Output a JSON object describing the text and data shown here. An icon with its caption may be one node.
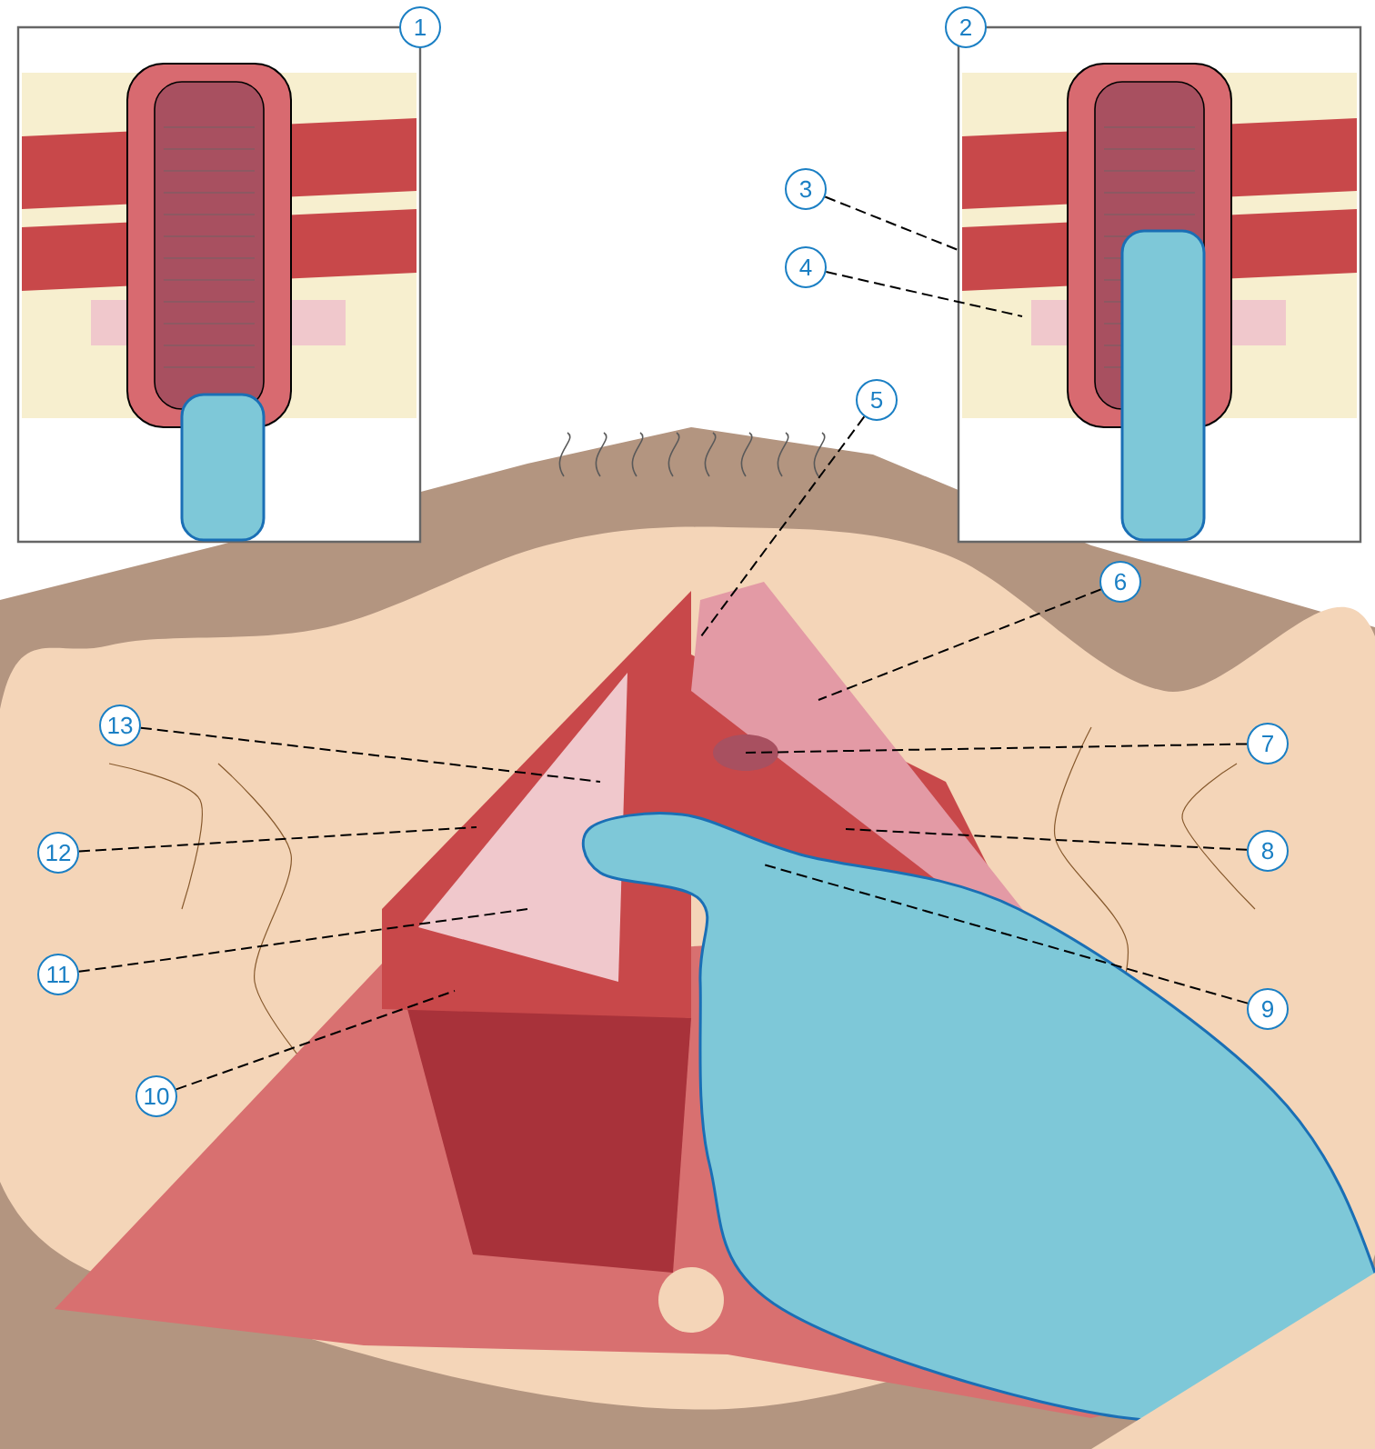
{
  "diagram": {
    "nodes": [
      {
        "text": [
          "1"
        ]
      },
      {
        "text": [
          "2"
        ]
      },
      {
        "text": [
          "3"
        ]
      },
      {
        "text": [
          "4"
        ]
      },
      {
        "text": [
          "5"
        ]
      },
      {
        "text": [
          "6"
        ]
      },
      {
        "text": [
          "7"
        ]
      },
      {
        "text": [
          "8"
        ]
      },
      {
        "text": [
          "9"
        ]
      },
      {
        "text": [
          "10"
        ]
      },
      {
        "text": [
          "11"
        ]
      },
      {
        "text": [
          "12"
        ]
      },
      {
        "text": [
          "13"
        ]
      }
    ],
    "edges": [
      {
        "from": 2,
        "to": null,
        "arrow": "none",
        "style": "dashed"
      },
      {
        "from": 3,
        "to": null,
        "arrow": "none",
        "style": "dashed"
      },
      {
        "from": 4,
        "to": null,
        "arrow": "none",
        "style": "dashed"
      },
      {
        "from": 5,
        "to": null,
        "arrow": "none",
        "style": "dashed"
      },
      {
        "from": 6,
        "to": null,
        "arrow": "none",
        "style": "dashed"
      },
      {
        "from": 7,
        "to": null,
        "arrow": "none",
        "style": "dashed"
      },
      {
        "from": 8,
        "to": null,
        "arrow": "none",
        "style": "dashed"
      },
      {
        "from": 9,
        "to": null,
        "arrow": "none",
        "style": "dashed"
      },
      {
        "from": 10,
        "to": null,
        "arrow": "none",
        "style": "dashed"
      },
      {
        "from": 11,
        "to": null,
        "arrow": "none",
        "style": "dashed"
      },
      {
        "from": 12,
        "to": null,
        "arrow": "none",
        "style": "dashed"
      }
    ]
  }
}
